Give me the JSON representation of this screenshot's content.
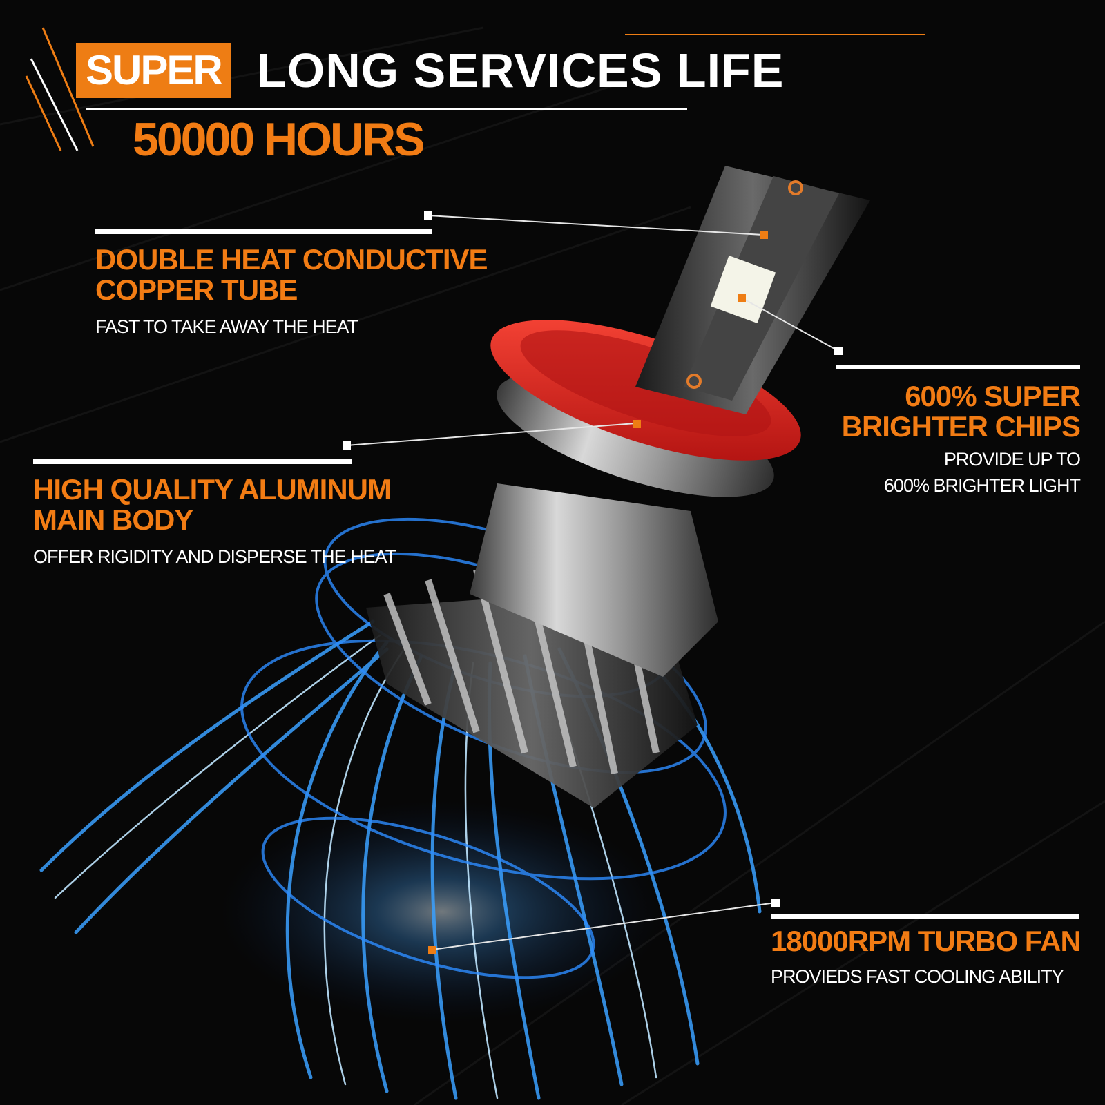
{
  "header": {
    "badge": "SUPER",
    "title": "LONG SERVICES LIFE",
    "subtitle": "50000 HOURS"
  },
  "features": [
    {
      "title_line1": "DOUBLE HEAT CONDUCTIVE",
      "title_line2": "COPPER TUBE",
      "desc_line1": "FAST TO TAKE AWAY THE HEAT",
      "desc_line2": ""
    },
    {
      "title_line1": "HIGH QUALITY ALUMINUM",
      "title_line2": "MAIN BODY",
      "desc_line1": "OFFER RIGIDITY AND DISPERSE THE HEAT",
      "desc_line2": ""
    },
    {
      "title_line1": "600% SUPER",
      "title_line2": "BRIGHTER CHIPS",
      "desc_line1": "PROVIDE UP TO",
      "desc_line2": "600% BRIGHTER LIGHT"
    },
    {
      "title_line1": "18000RPM TURBO FAN",
      "title_line2": "",
      "desc_line1": "PROVIEDS FAST COOLING ABILITY",
      "desc_line2": ""
    }
  ],
  "colors": {
    "accent": "#f27c14",
    "background": "#070707",
    "socket_ring": "#d81b1b",
    "light_beam": "#3fa0ff"
  }
}
